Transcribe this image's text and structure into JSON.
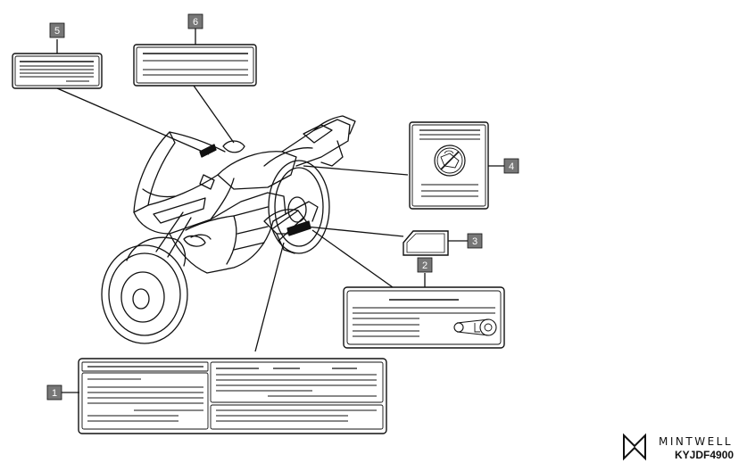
{
  "diagram": {
    "callouts": [
      "1",
      "2",
      "3",
      "4",
      "5",
      "6"
    ],
    "brand": "MINTWELL",
    "code": "KYJDF4900"
  },
  "colors": {
    "callout_fill": "#777777",
    "line": "#111111"
  },
  "icons": [
    "no-smoking-pictogram-icon",
    "chain-adjustment-icon",
    "mintwell-logo-icon"
  ]
}
